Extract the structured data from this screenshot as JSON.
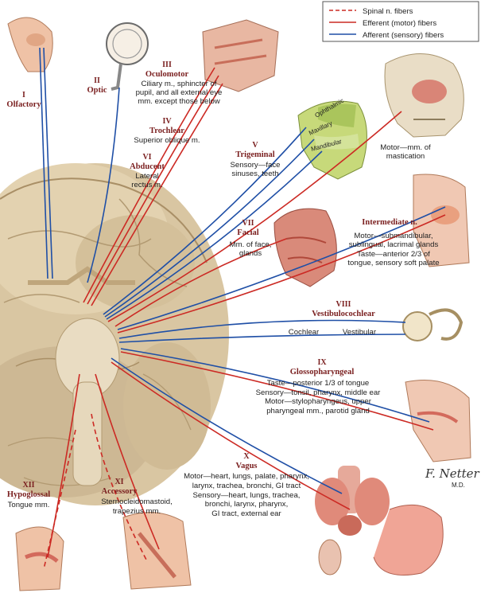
{
  "legend": {
    "spinal": "Spinal n. fibers",
    "efferent": "Efferent (motor) fibers",
    "afferent": "Afferent (sensory) fibers"
  },
  "colors": {
    "efferent": "#cc2a24",
    "afferent": "#1f4fa6",
    "label": "#7a1f1f"
  },
  "nerves": {
    "olfactory": {
      "num": "I",
      "name": "Olfactory"
    },
    "optic": {
      "num": "II",
      "name": "Optic"
    },
    "oculomotor": {
      "num": "III",
      "name": "Oculomotor",
      "desc": [
        "Ciliary m., sphincter of",
        "pupil, and all external eye",
        "mm. except those below"
      ]
    },
    "trochlear": {
      "num": "IV",
      "name": "Trochlear",
      "desc": [
        "Superior oblique m."
      ]
    },
    "abducent": {
      "num": "VI",
      "name": "Abducent",
      "desc": [
        "Lateral",
        "rectus m."
      ]
    },
    "trigeminal": {
      "num": "V",
      "name": "Trigeminal",
      "desc": [
        "Sensory—face",
        "sinuses, teeth"
      ],
      "branches": [
        "Ophthalmic",
        "Maxillary",
        "Mandibular"
      ],
      "motor": [
        "Motor—mm. of",
        "mastication"
      ]
    },
    "facial": {
      "num": "VII",
      "name": "Facial",
      "desc": [
        "Mm. of face,",
        "glands"
      ]
    },
    "intermediate": {
      "name": "Intermediate n.",
      "desc": [
        "Motor—submandibular,",
        "sublingual, lacrimal glands",
        "Taste—anterior 2/3 of",
        "tongue, sensory soft palate"
      ]
    },
    "vestibulocochlear": {
      "num": "VIII",
      "name": "Vestibulocochlear",
      "cochlear": "Cochlear",
      "vestibular": "Vestibular"
    },
    "glossopharyngeal": {
      "num": "IX",
      "name": "Glossopharyngeal",
      "desc": [
        "Taste—posterior 1/3 of tongue",
        "Sensory—tonsil, pharynx, middle ear",
        "Motor—stylopharyngeus, upper",
        "pharyngeal mm., parotid gland"
      ]
    },
    "vagus": {
      "num": "X",
      "name": "Vagus",
      "desc": [
        "Motor—heart, lungs, palate, pharynx,",
        "larynx, trachea, bronchi, GI tract",
        "Sensory—heart, lungs, trachea,",
        "bronchi, larynx, pharynx,",
        "GI tract, external ear"
      ]
    },
    "accessory": {
      "num": "XI",
      "name": "Accessory",
      "desc": [
        "Sternocleidomastoid,",
        "trapezius mm."
      ]
    },
    "hypoglossal": {
      "num": "XII",
      "name": "Hypoglossal",
      "desc": [
        "Tongue mm."
      ]
    }
  },
  "signature": {
    "line1": "F. Netter",
    "line2": "M.D."
  }
}
